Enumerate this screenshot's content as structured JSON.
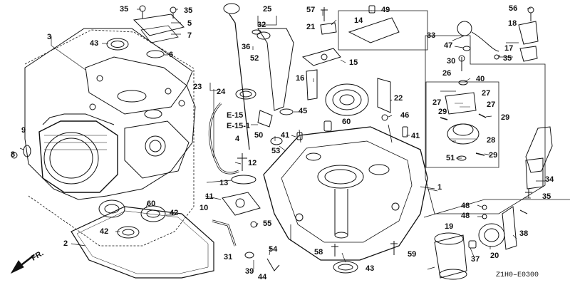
{
  "diagram_code": "Z1H0–E0300",
  "direction_label": "FR.",
  "refs": {
    "e15": "E-15",
    "e151": "E-15-1"
  },
  "callouts": {
    "n35a": "35",
    "n35b": "35",
    "n5": "5",
    "n7": "7",
    "n6": "6",
    "n43a": "43",
    "n3": "3",
    "n25": "25",
    "n32": "32",
    "n36": "36",
    "n52": "52",
    "n57": "57",
    "n49": "49",
    "n21": "21",
    "n14": "14",
    "n15": "15",
    "n16": "16",
    "n22": "22",
    "n46": "46",
    "n60a": "60",
    "n45": "45",
    "n41a": "41",
    "n41b": "41",
    "n50": "50",
    "n53": "53",
    "n23": "23",
    "n24": "24",
    "n4": "4",
    "n12": "12",
    "n13": "13",
    "n11": "11",
    "n10": "10",
    "n55": "55",
    "n9": "9",
    "n8": "8",
    "n60b": "60",
    "n42a": "42",
    "n42b": "42",
    "n2": "2",
    "n31": "31",
    "n39": "39",
    "n54": "54",
    "n44": "44",
    "n58": "58",
    "n43b": "43",
    "n59": "59",
    "n1": "1",
    "n56": "56",
    "n18": "18",
    "n33": "33",
    "n47": "47",
    "n17": "17",
    "n30": "30",
    "n35c": "35",
    "n26": "26",
    "n40": "40",
    "n27a": "27",
    "n27b": "27",
    "n27c": "27",
    "n29a": "29",
    "n29b": "29",
    "n29c": "29",
    "n28": "28",
    "n51": "51",
    "n34": "34",
    "n35d": "35",
    "n48a": "48",
    "n48b": "48",
    "n19": "19",
    "n38": "38",
    "n37": "37",
    "n20": "20"
  }
}
